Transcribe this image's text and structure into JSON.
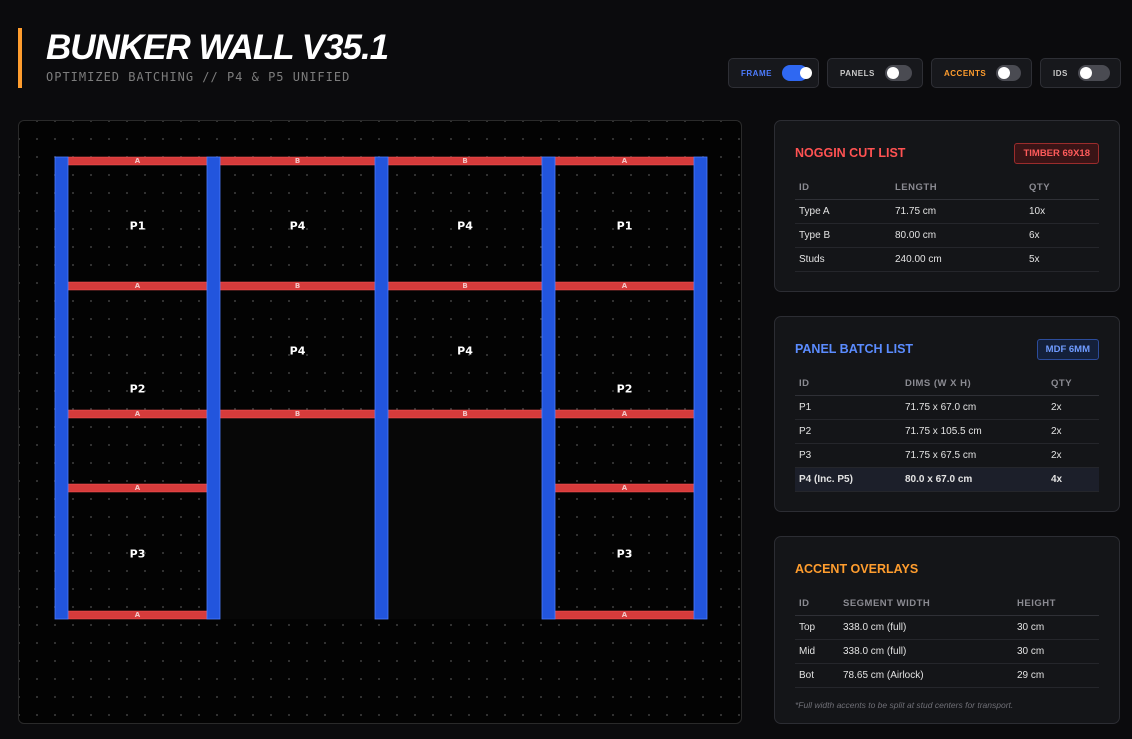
{
  "header": {
    "title": "BUNKER WALL V35.1",
    "subtitle": "OPTIMIZED BATCHING // P4 & P5 UNIFIED"
  },
  "toggles": [
    {
      "label": "FRAME",
      "on": true,
      "color": "#4d7cff"
    },
    {
      "label": "PANELS",
      "on": false,
      "color": "#c9c9c9"
    },
    {
      "label": "ACCENTS",
      "on": false,
      "color": "#ff9d2e"
    },
    {
      "label": "IDS",
      "on": false,
      "color": "#c9c9c9"
    }
  ],
  "colors": {
    "stud": "#2255dd",
    "noggin": "#d63b3b",
    "noggin_accent": "#ff5a5a",
    "panel_accent": "#4d7cff",
    "accent_orange": "#ff9d2e"
  },
  "wall": {
    "noggin_labels": {
      "top": [
        "A",
        "B",
        "B",
        "A"
      ],
      "row2": [
        "A",
        "B",
        "B",
        "A"
      ],
      "row3": [
        "A",
        "B",
        "B",
        "A"
      ],
      "row4_outer": [
        "A",
        "A"
      ],
      "bottom_outer": [
        "A",
        "A"
      ]
    },
    "panel_labels": {
      "row1": [
        "P1",
        "P4",
        "P4",
        "P1"
      ],
      "row2_center": [
        "P4",
        "P4"
      ],
      "row2_outer": [
        "P2",
        "P2"
      ],
      "row3_outer": [
        "P3",
        "P3"
      ]
    }
  },
  "noggin": {
    "title": "NOGGIN CUT LIST",
    "badge": "TIMBER 69X18",
    "headers": [
      "ID",
      "LENGTH",
      "QTY"
    ],
    "rows": [
      [
        "Type A",
        "71.75 cm",
        "10x"
      ],
      [
        "Type B",
        "80.00 cm",
        "6x"
      ],
      [
        "Studs",
        "240.00 cm",
        "5x"
      ]
    ]
  },
  "panel": {
    "title": "PANEL BATCH LIST",
    "badge": "MDF 6MM",
    "headers": [
      "ID",
      "DIMS (W X H)",
      "QTY"
    ],
    "rows": [
      [
        "P1",
        "71.75 x 67.0 cm",
        "2x"
      ],
      [
        "P2",
        "71.75 x 105.5 cm",
        "2x"
      ],
      [
        "P3",
        "71.75 x 67.5 cm",
        "2x"
      ],
      [
        "P4 (Inc. P5)",
        "80.0 x 67.0 cm",
        "4x"
      ]
    ]
  },
  "accent": {
    "title": "ACCENT OVERLAYS",
    "headers": [
      "ID",
      "SEGMENT WIDTH",
      "HEIGHT"
    ],
    "rows": [
      [
        "Top",
        "338.0 cm (full)",
        "30 cm"
      ],
      [
        "Mid",
        "338.0 cm (full)",
        "30 cm"
      ],
      [
        "Bot",
        "78.65 cm (Airlock)",
        "29 cm"
      ]
    ],
    "note": "*Full width accents to be split at stud centers for transport."
  }
}
